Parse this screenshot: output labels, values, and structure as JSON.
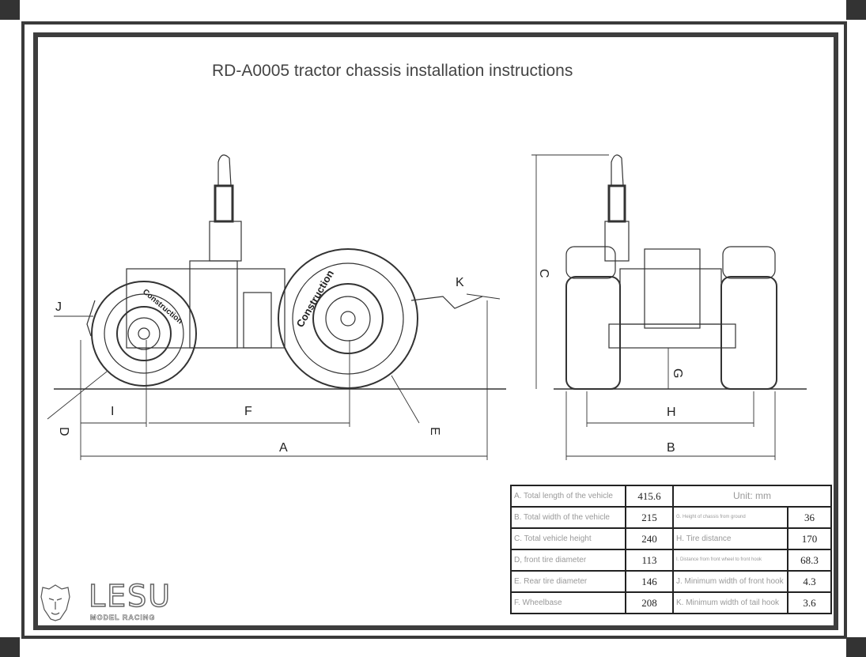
{
  "title": "RD-A0005 tractor chassis installation instructions",
  "dimension_labels": {
    "A": "A",
    "B": "B",
    "C": "C",
    "D": "D",
    "E": "E",
    "F": "F",
    "G": "G",
    "H": "H",
    "I": "I",
    "J": "J",
    "K": "K"
  },
  "tire_text": "Construction",
  "table": {
    "unit": "Unit: mm",
    "left": [
      {
        "label": "A. Total length of the vehicle",
        "value": "415.6"
      },
      {
        "label": "B. Total width of the vehicle",
        "value": "215"
      },
      {
        "label": "C. Total vehicle height",
        "value": "240"
      },
      {
        "label": "D, front tire diameter",
        "value": "113"
      },
      {
        "label": "E. Rear tire diameter",
        "value": "146"
      },
      {
        "label": "F. Wheelbase",
        "value": "208"
      }
    ],
    "right": [
      {
        "label": "G. Height of chassis from ground",
        "value": "36"
      },
      {
        "label": "H. Tire distance",
        "value": "170"
      },
      {
        "label": "I. Distance from front wheel to front hook",
        "value": "68.3"
      },
      {
        "label": "J. Minimum width of front hook",
        "value": "4.3"
      },
      {
        "label": "K. Minimum width of tail hook",
        "value": "3.6"
      }
    ]
  },
  "logo": {
    "brand": "LESU",
    "sub": "MODEL RACING"
  }
}
